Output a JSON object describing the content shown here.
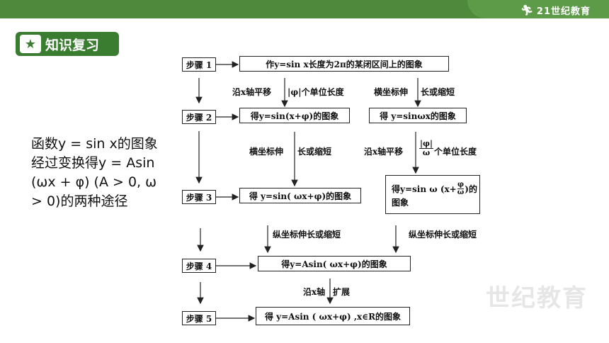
{
  "header": {
    "logo_text": "21世纪教育"
  },
  "badge": {
    "title": "知识复习",
    "icon": "runner-icon"
  },
  "description": "函数y = sin x的图象经过变换得y = Asin (ωx + φ) (A > 0, ω > 0)的两种途径",
  "steps": [
    "步骤 1",
    "步骤 2",
    "步骤 3",
    "步骤 4",
    "步骤 5"
  ],
  "boxes": {
    "s1": "作y=sin x长度为2π的某闭区间上的图象",
    "s2_left": "得y=sin(x+φ)的图象",
    "s2_right": "得 y=sinωx的图象",
    "s3_left": "得 y=sin( ωx+φ)的图象",
    "s3_right_line1": "得y=sin ω (x+",
    "s3_right_frac_num": "φ",
    "s3_right_frac_den": "ω",
    "s3_right_tail": ")的",
    "s3_right_line2": "图象",
    "s4": "得y=Asin( ωx+φ)的图象",
    "s5": "得 y=Asin ( ωx+φ) ,x∈R的图象"
  },
  "labels": {
    "l1_left_a": "沿x轴平移",
    "l1_left_b": "|φ|个单位长度",
    "l1_right_a": "横坐标伸",
    "l1_right_b": "长或缩短",
    "l2_left_a": "横坐标伸",
    "l2_left_b": "长或缩短",
    "l2_right_a": "沿x轴平移",
    "l2_right_frac_num": "|φ|",
    "l2_right_frac_den": "ω",
    "l2_right_b": "个单位长度",
    "l3_left": "纵坐标伸长或缩短",
    "l3_right": "纵坐标伸长或缩短",
    "l4_a": "沿x轴",
    "l4_b": "扩展"
  },
  "watermark": "世纪教育"
}
